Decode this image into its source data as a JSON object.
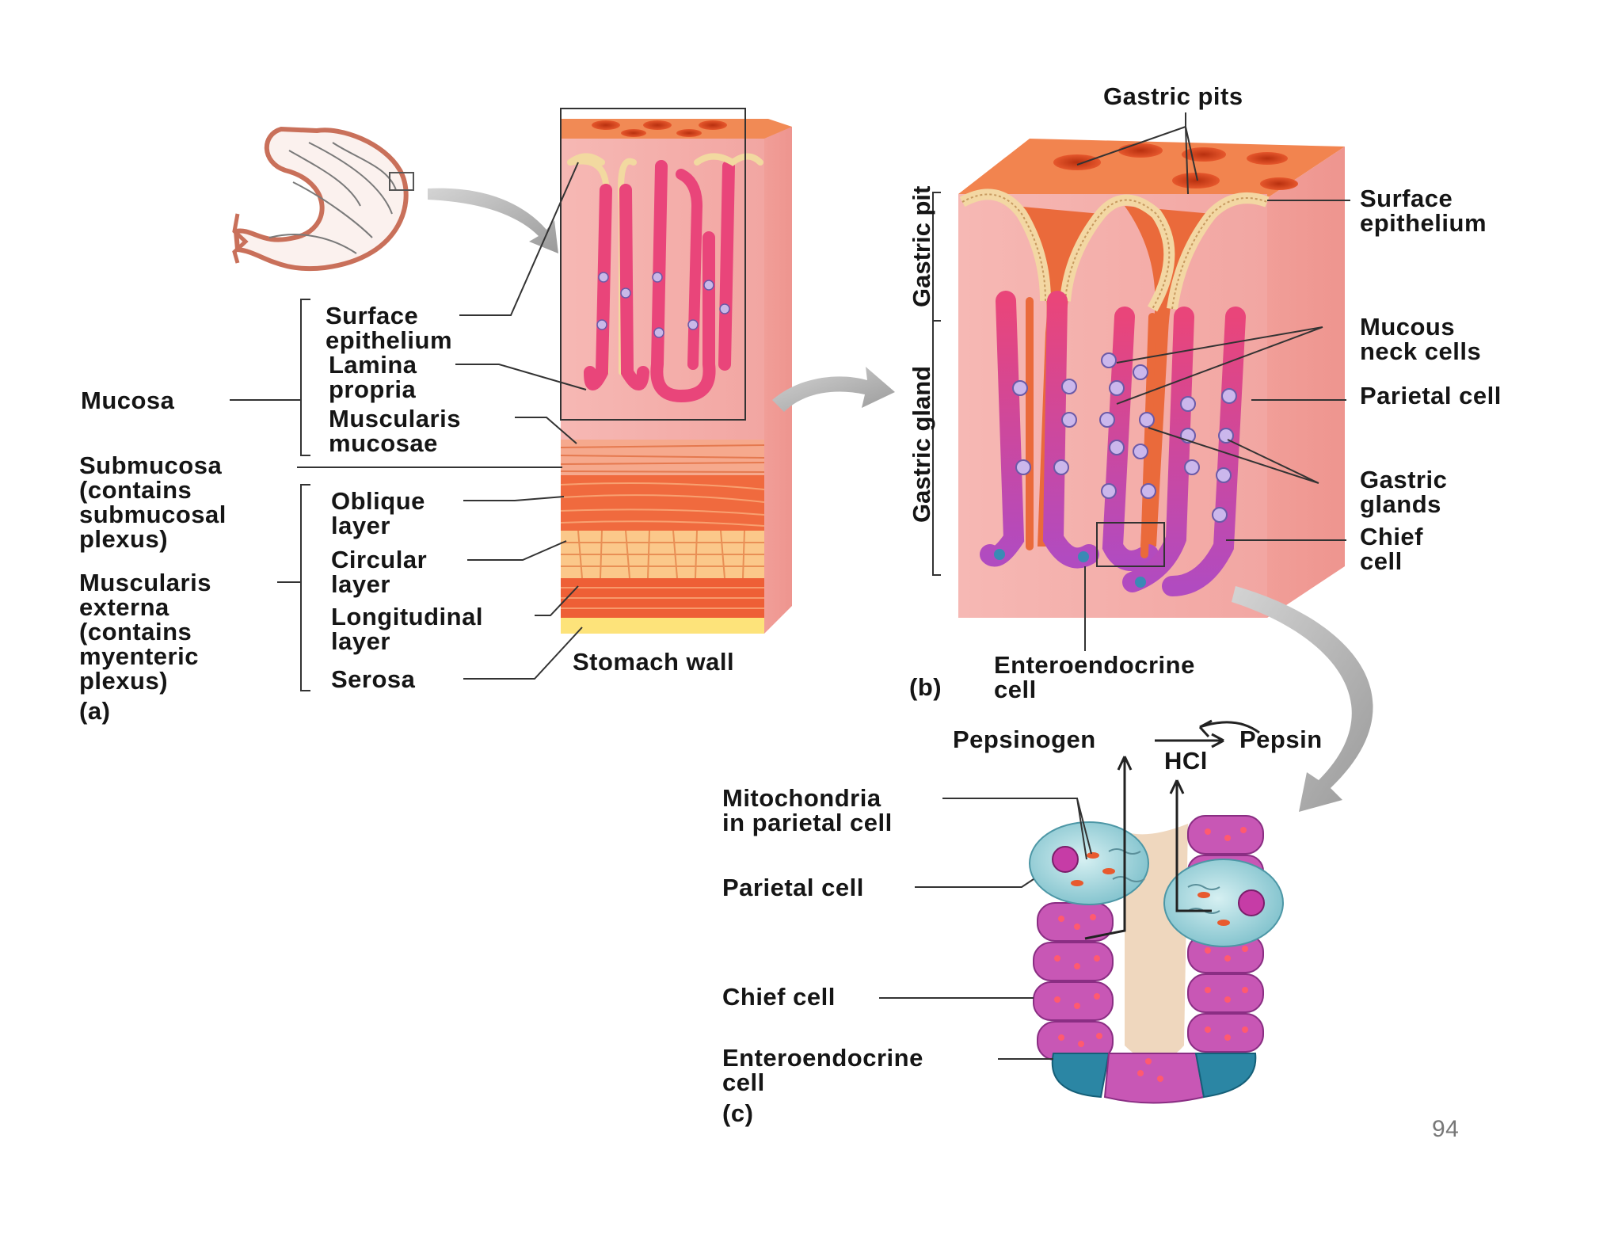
{
  "panel_a": {
    "tag": "(a)",
    "title": "Stomach wall",
    "mucosa": "Mucosa",
    "submucosa": "Submucosa",
    "submucosa_note": [
      "(contains",
      "submucosal",
      "plexus)"
    ],
    "muscularis_externa": [
      "Muscularis",
      "externa"
    ],
    "muscularis_note": [
      "(contains",
      "myenteric",
      "plexus)"
    ],
    "surface_epithelium": [
      "Surface",
      "epithelium"
    ],
    "lamina_propria": [
      "Lamina",
      "propria"
    ],
    "muscularis_mucosae": [
      "Muscularis",
      "mucosae"
    ],
    "oblique_layer": [
      "Oblique",
      "layer"
    ],
    "circular_layer": [
      "Circular",
      "layer"
    ],
    "longitudinal_layer": [
      "Longitudinal",
      "layer"
    ],
    "serosa": "Serosa"
  },
  "panel_b": {
    "tag": "(b)",
    "gastric_pits": "Gastric pits",
    "gastric_pit": "Gastric pit",
    "gastric_gland": "Gastric gland",
    "surface_epithelium": [
      "Surface",
      "epithelium"
    ],
    "mucous_neck_cells": [
      "Mucous",
      "neck cells"
    ],
    "parietal_cell": "Parietal cell",
    "gastric_glands": [
      "Gastric",
      "glands"
    ],
    "chief_cell": [
      "Chief",
      "cell"
    ],
    "enteroendocrine_cell": [
      "Enteroendocrine",
      "cell"
    ]
  },
  "panel_c": {
    "tag": "(c)",
    "pepsinogen": "Pepsinogen",
    "pepsin": "Pepsin",
    "hcl": "HCl",
    "mitochondria": [
      "Mitochondria",
      "in parietal cell"
    ],
    "parietal_cell": "Parietal cell",
    "chief_cell": "Chief cell",
    "enteroendocrine_cell": [
      "Enteroendocrine",
      "cell"
    ]
  },
  "page_number": "94"
}
